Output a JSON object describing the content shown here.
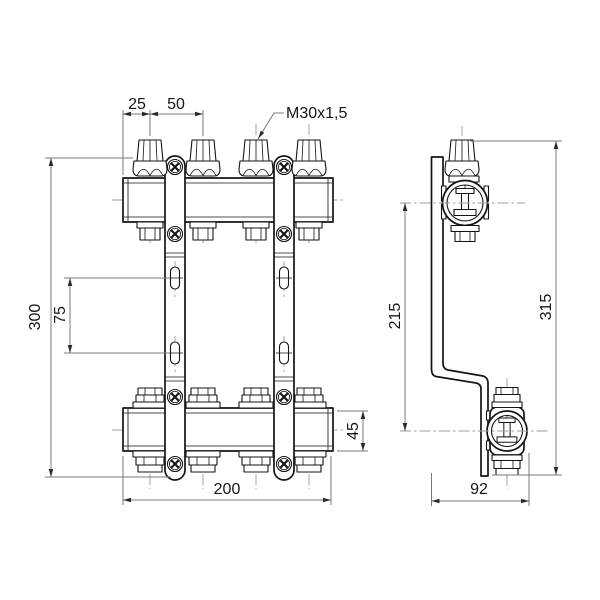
{
  "colors": {
    "background": "#ffffff",
    "outline": "#141414",
    "dimension_lines": "#787878",
    "centerlines": "#9c9c9c",
    "text": "#161616"
  },
  "front_view": {
    "dim_offset_first_port": "25",
    "dim_port_spacing": "50",
    "valve_thread_label": "M30x1,5",
    "dim_overall_height": "300",
    "dim_bracket_slot_spacing": "75",
    "dim_overall_width": "200",
    "dim_manifold_body_height": "45"
  },
  "side_view": {
    "dim_manifold_axis_spacing": "215",
    "dim_overall_height": "315",
    "dim_overall_depth": "92"
  }
}
